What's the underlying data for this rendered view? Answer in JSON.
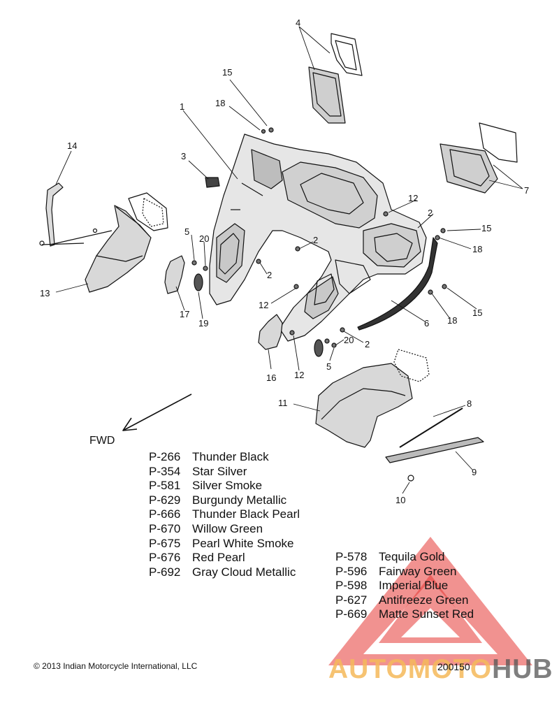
{
  "callouts": {
    "c1": "1",
    "c2a": "2",
    "c2b": "2",
    "c2c": "2",
    "c2d": "2",
    "c3": "3",
    "c4": "4",
    "c5a": "5",
    "c5b": "5",
    "c6": "6",
    "c7": "7",
    "c8": "8",
    "c9": "9",
    "c10": "10",
    "c11": "11",
    "c12a": "12",
    "c12b": "12",
    "c12c": "12",
    "c13": "13",
    "c14": "14",
    "c15a": "15",
    "c15b": "15",
    "c15c": "15",
    "c16": "16",
    "c17": "17",
    "c18a": "18",
    "c18b": "18",
    "c18c": "18",
    "c19": "19",
    "c20a": "20",
    "c20b": "20"
  },
  "fwd_label": "FWD",
  "paint_codes_left": [
    {
      "code": "P-266",
      "name": "Thunder Black"
    },
    {
      "code": "P-354",
      "name": "Star Silver"
    },
    {
      "code": "P-581",
      "name": "Silver Smoke"
    },
    {
      "code": "P-629",
      "name": "Burgundy Metallic"
    },
    {
      "code": "P-666",
      "name": "Thunder Black Pearl"
    },
    {
      "code": "P-670",
      "name": "Willow Green"
    },
    {
      "code": "P-675",
      "name": "Pearl White Smoke"
    },
    {
      "code": "P-676",
      "name": "Red Pearl"
    },
    {
      "code": "P-692",
      "name": "Gray Cloud Metallic"
    }
  ],
  "paint_codes_right": [
    {
      "code": "P-578",
      "name": "Tequila Gold"
    },
    {
      "code": "P-596",
      "name": "Fairway Green"
    },
    {
      "code": "P-598",
      "name": "Imperial Blue"
    },
    {
      "code": "P-627",
      "name": "Antifreeze Green"
    },
    {
      "code": "P-669",
      "name": "Matte Sunset Red"
    }
  ],
  "copyright": "© 2013 Indian Motorcycle International, LLC",
  "drawing_number": "200150",
  "watermark": {
    "brand_part1": "AUTOMOTO",
    "brand_part2": "HUB",
    "triangle_color": "#e53935",
    "text_color_1": "#f5b95a",
    "text_color_2": "#555555"
  }
}
